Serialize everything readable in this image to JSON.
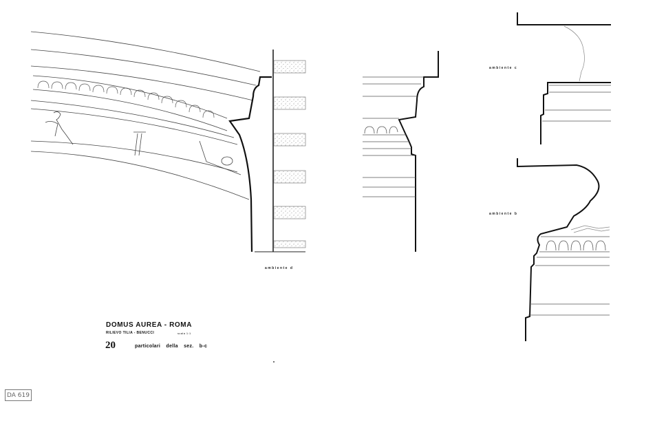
{
  "title_block": {
    "title": "DOMUS AUREA - ROMA",
    "credit": "RILIEVO   TILIA - BENUCCI",
    "scale": "scala 1:1",
    "number": "20",
    "description": "particolari della sez. b-c"
  },
  "labels": {
    "ambiente_center": "ambiente d",
    "ambiente_upper_right": "ambiente c",
    "ambiente_lower_right": "ambiente b"
  },
  "stamp": "DA 619"
}
